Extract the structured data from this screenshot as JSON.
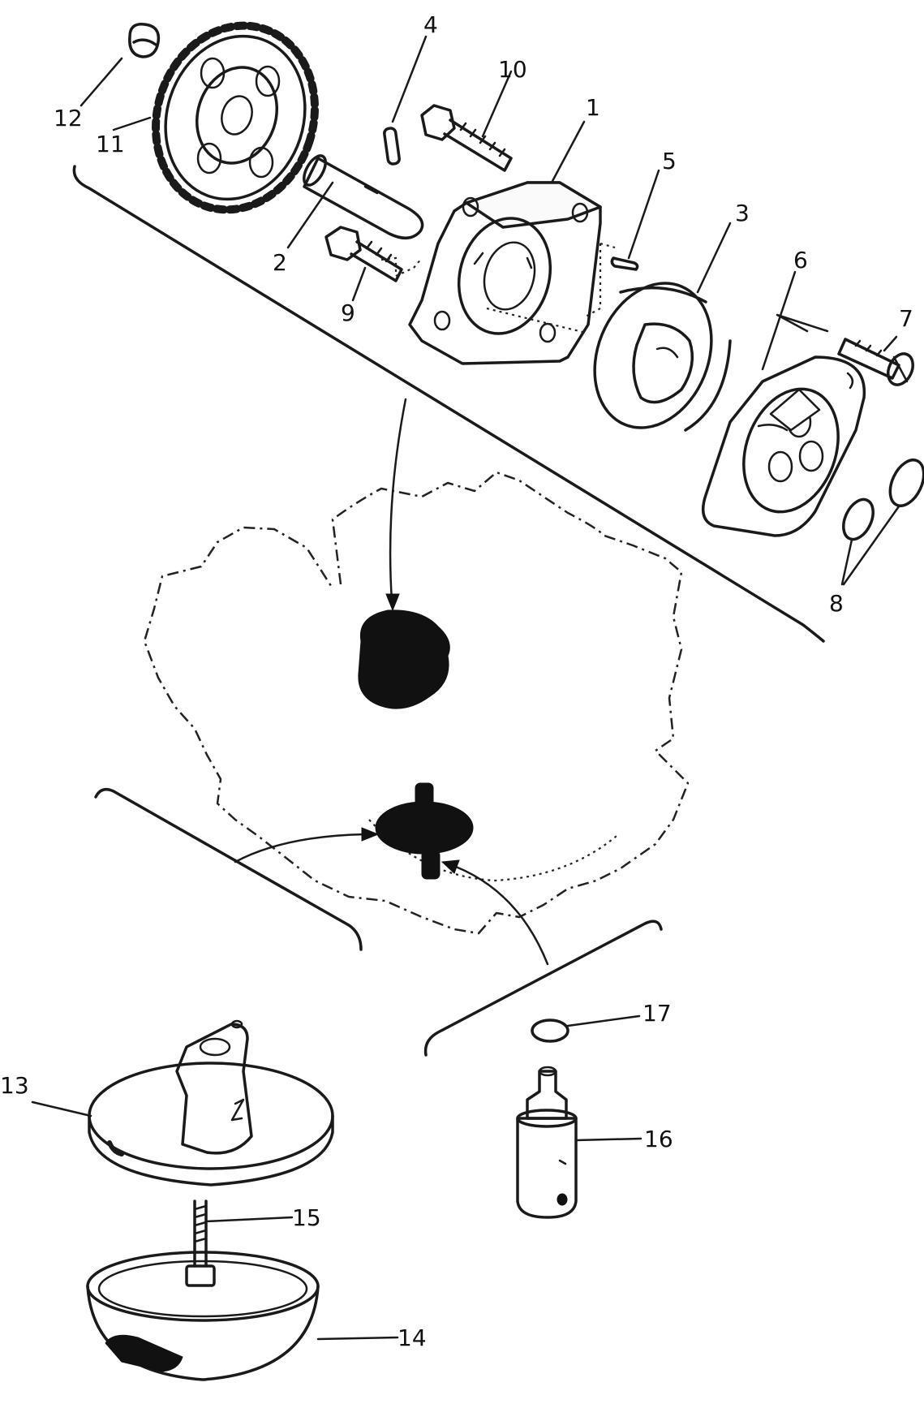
{
  "labels": {
    "p1": "1",
    "p2": "2",
    "p3": "3",
    "p4": "4",
    "p5": "5",
    "p6": "6",
    "p7": "7",
    "p8": "8",
    "p9": "9",
    "p10": "10",
    "p11": "11",
    "p12": "12",
    "p13": "13",
    "p14": "14",
    "p15": "15",
    "p16": "16",
    "p17": "17"
  }
}
